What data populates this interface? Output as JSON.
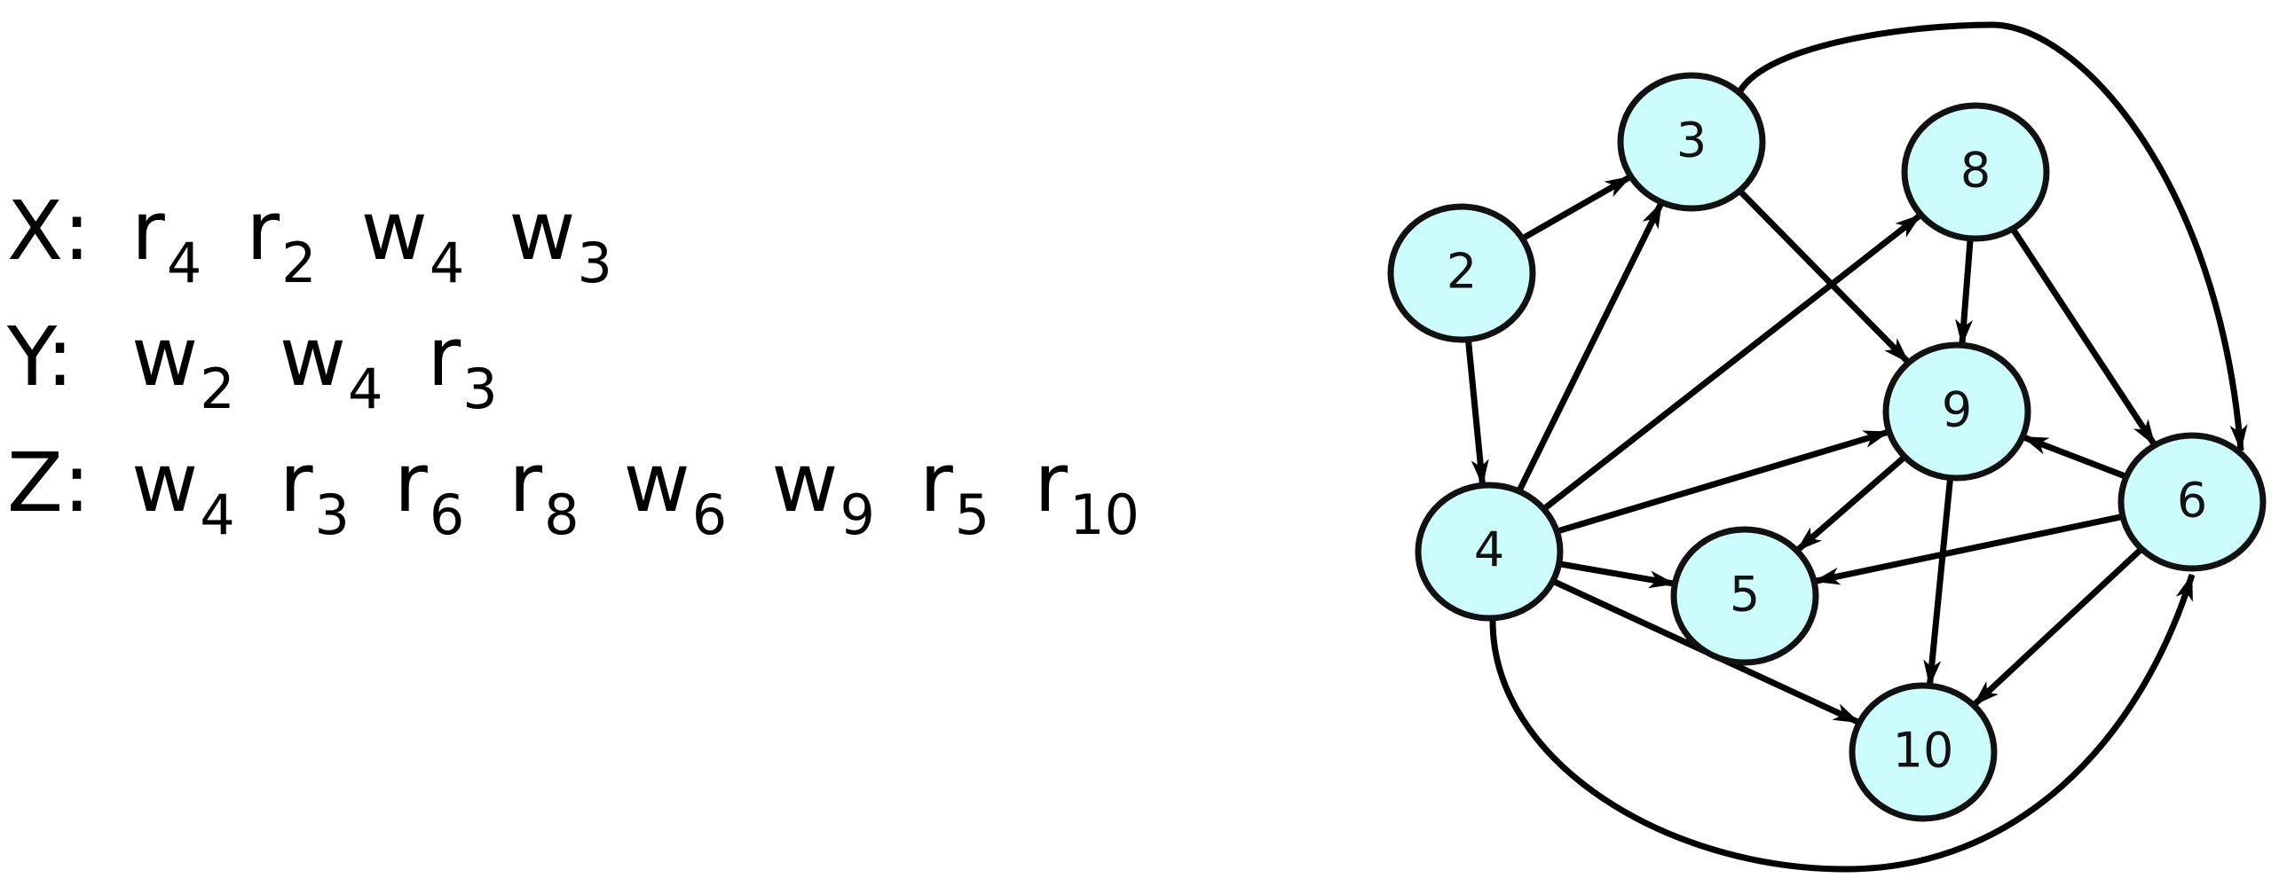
{
  "schedules": [
    {
      "name": "X:",
      "ops": [
        {
          "op": "r",
          "id": "4"
        },
        {
          "op": "r",
          "id": "2"
        },
        {
          "op": "w",
          "id": "4"
        },
        {
          "op": "w",
          "id": "3"
        }
      ]
    },
    {
      "name": "Y:",
      "ops": [
        {
          "op": "w",
          "id": "2"
        },
        {
          "op": "w",
          "id": "4"
        },
        {
          "op": "r",
          "id": "3"
        }
      ]
    },
    {
      "name": "Z:",
      "ops": [
        {
          "op": "w",
          "id": "4"
        },
        {
          "op": "r",
          "id": "3"
        },
        {
          "op": "r",
          "id": "6"
        },
        {
          "op": "r",
          "id": "8"
        },
        {
          "op": "w",
          "id": "6"
        },
        {
          "op": "w",
          "id": "9"
        },
        {
          "op": "r",
          "id": "5"
        },
        {
          "op": "r",
          "id": "10"
        }
      ]
    }
  ],
  "graph": {
    "node_fill": "#ccfcfc",
    "edge_color": "#000000",
    "nodes": [
      "2",
      "3",
      "8",
      "9",
      "6",
      "4",
      "5",
      "10"
    ],
    "edges": [
      {
        "from": "2",
        "to": "3"
      },
      {
        "from": "2",
        "to": "4"
      },
      {
        "from": "4",
        "to": "3"
      },
      {
        "from": "4",
        "to": "8"
      },
      {
        "from": "4",
        "to": "9"
      },
      {
        "from": "4",
        "to": "5"
      },
      {
        "from": "4",
        "to": "10"
      },
      {
        "from": "4",
        "to": "6"
      },
      {
        "from": "3",
        "to": "9"
      },
      {
        "from": "3",
        "to": "6"
      },
      {
        "from": "8",
        "to": "9"
      },
      {
        "from": "8",
        "to": "6"
      },
      {
        "from": "6",
        "to": "9"
      },
      {
        "from": "6",
        "to": "5"
      },
      {
        "from": "6",
        "to": "10"
      },
      {
        "from": "9",
        "to": "5"
      },
      {
        "from": "9",
        "to": "10"
      }
    ]
  }
}
